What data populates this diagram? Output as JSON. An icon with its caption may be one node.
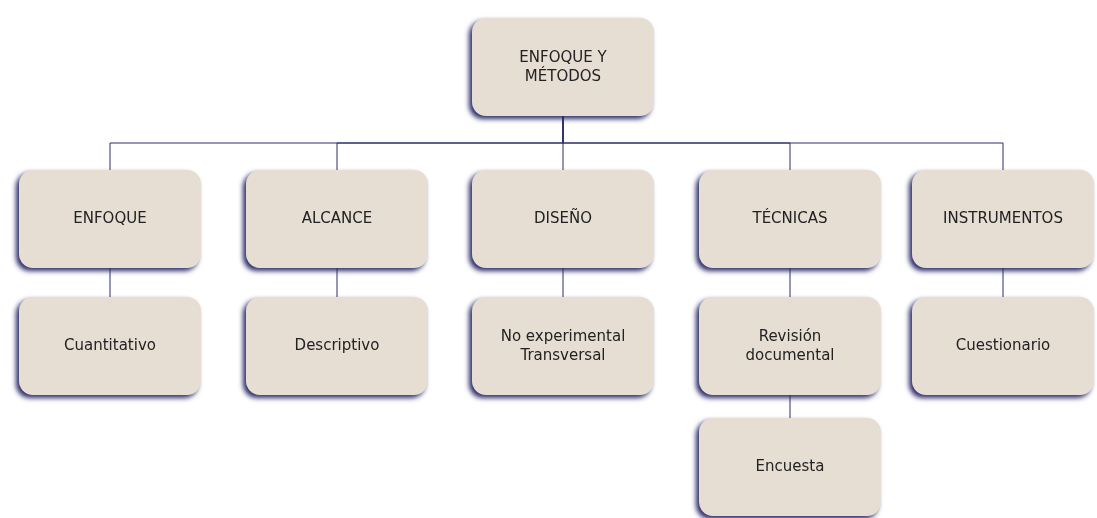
{
  "diagram": {
    "nodes": [
      {
        "text": [
          "ENFOQUE Y MÉTODOS"
        ]
      },
      {
        "text": [
          "ENFOQUE"
        ]
      },
      {
        "text": [
          "ALCANCE"
        ]
      },
      {
        "text": [
          "DISEÑO"
        ]
      },
      {
        "text": [
          "TÉCNICAS"
        ]
      },
      {
        "text": [
          "INSTRUMENTOS"
        ]
      },
      {
        "text": [
          "Cuantitativo"
        ]
      },
      {
        "text": [
          "Descriptivo"
        ]
      },
      {
        "text": [
          "No experimental Transversal"
        ]
      },
      {
        "text": [
          "Revisión documental"
        ]
      },
      {
        "text": [
          "Cuestionario"
        ]
      },
      {
        "text": [
          "Encuesta"
        ]
      }
    ],
    "edges": [
      {
        "from": 0,
        "to": 1,
        "arrow": "none"
      },
      {
        "from": 0,
        "to": 2,
        "arrow": "none"
      },
      {
        "from": 0,
        "to": 3,
        "arrow": "none"
      },
      {
        "from": 0,
        "to": 4,
        "arrow": "none"
      },
      {
        "from": 0,
        "to": 5,
        "arrow": "none"
      },
      {
        "from": 1,
        "to": 6,
        "arrow": "none"
      },
      {
        "from": 2,
        "to": 7,
        "arrow": "none"
      },
      {
        "from": 3,
        "to": 8,
        "arrow": "none"
      },
      {
        "from": 4,
        "to": 9,
        "arrow": "none"
      },
      {
        "from": 5,
        "to": 10,
        "arrow": "none"
      },
      {
        "from": 9,
        "to": 11,
        "arrow": "none"
      }
    ]
  }
}
